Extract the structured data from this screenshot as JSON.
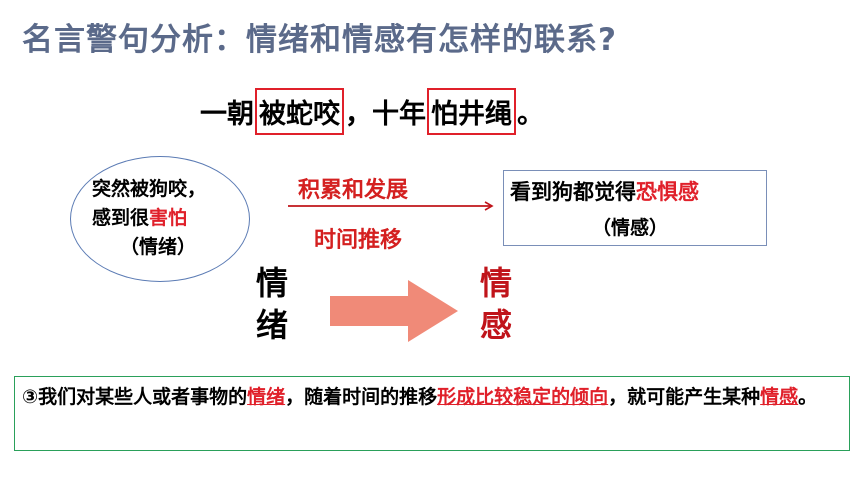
{
  "title": "名言警句分析：情绪和情感有怎样的联系?",
  "proverb": {
    "part1": "一朝",
    "boxed1": "被蛇咬",
    "part2": "，十年",
    "boxed2": "怕井绳",
    "part3": "。"
  },
  "ellipse": {
    "line1": "突然被狗咬，",
    "line2_prefix": "感到很",
    "line2_red": "害怕",
    "line3": "（情绪）"
  },
  "arrow_labels": {
    "top": "积累和发展",
    "bottom": "时间推移"
  },
  "rect": {
    "line1_prefix": "看到狗都觉得",
    "line1_red": "恐惧感",
    "line2": "（情感）"
  },
  "vertical_left": [
    "情",
    "绪"
  ],
  "vertical_right": [
    "情",
    "感"
  ],
  "summary": {
    "p1": "③我们对某些人或者事物的",
    "u1": "情绪",
    "p2": "，随着时间的推移",
    "u2": "形成比较稳定的倾向",
    "p3": "，就可能产生某种",
    "u3": "情感",
    "p4": "。"
  },
  "colors": {
    "title": "#5b6a8a",
    "red": "#e0202a",
    "arrow_fill": "#f08a78",
    "box_border": "#2aa05a"
  }
}
